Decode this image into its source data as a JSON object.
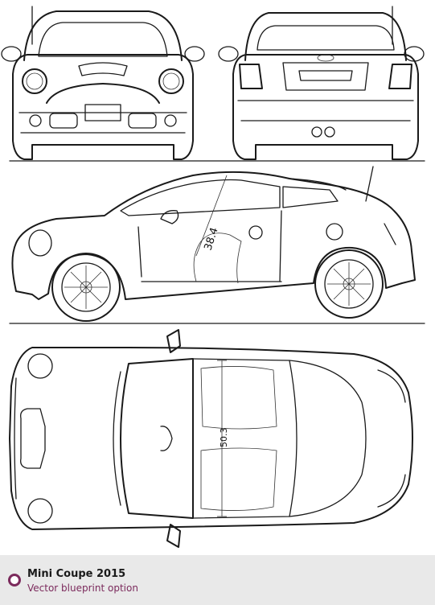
{
  "drawing": {
    "dimension_side": "38.4",
    "dimension_top": "50.3"
  },
  "caption": {
    "title": "Mini Coupe 2015",
    "subtitle": "Vector blueprint option",
    "icon": "circle-bullet-icon",
    "accent_color": "#7b2a5c"
  }
}
